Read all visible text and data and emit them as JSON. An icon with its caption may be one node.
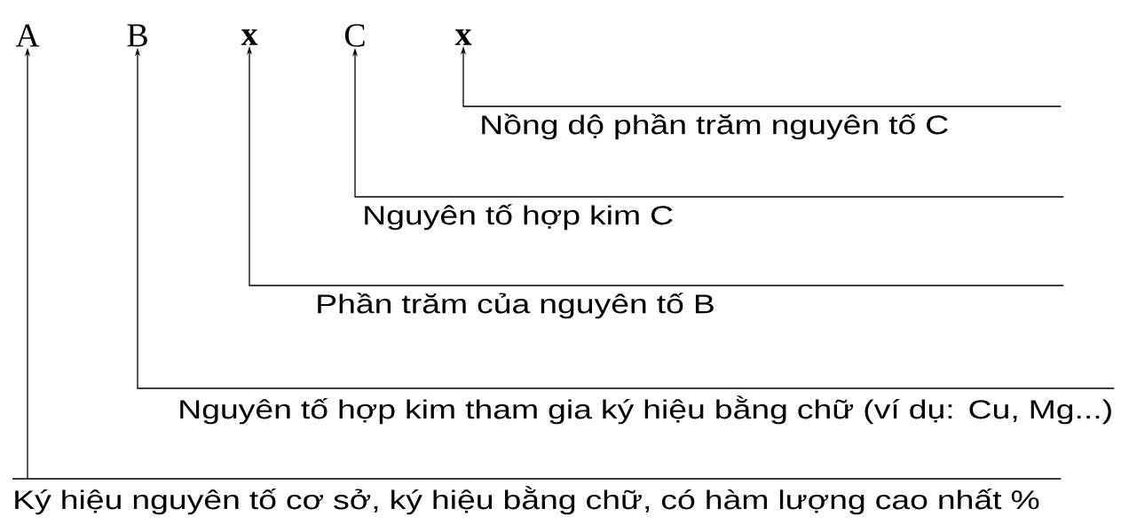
{
  "diagram": {
    "nodes": [
      {
        "text": [
          "A"
        ]
      },
      {
        "text": [
          "B"
        ]
      },
      {
        "text": [
          "x"
        ]
      },
      {
        "text": [
          "C"
        ]
      },
      {
        "text": [
          "x"
        ]
      },
      {
        "text": [
          "Nồng dộ phần trăm nguyên tố C"
        ]
      },
      {
        "text": [
          "Nguyên tố hợp kim C"
        ]
      },
      {
        "text": [
          "Phần trăm của nguyên tố B"
        ]
      },
      {
        "text": [
          "Nguyên tố hợp kim tham gia ký hiệu bằng chữ (ví dụ: Cu, Mg...)"
        ]
      },
      {
        "text": [
          "Ký hiệu nguyên tố cơ sở, ký hiệu bằng chữ, có hàm lượng cao nhất %"
        ]
      }
    ],
    "edges": [
      {
        "from": 5,
        "to": 4,
        "arrow": "to"
      },
      {
        "from": 6,
        "to": 3,
        "arrow": "to"
      },
      {
        "from": 7,
        "to": 2,
        "arrow": "to"
      },
      {
        "from": 8,
        "to": 1,
        "arrow": "to"
      },
      {
        "from": 9,
        "to": 0,
        "arrow": "to"
      }
    ]
  }
}
